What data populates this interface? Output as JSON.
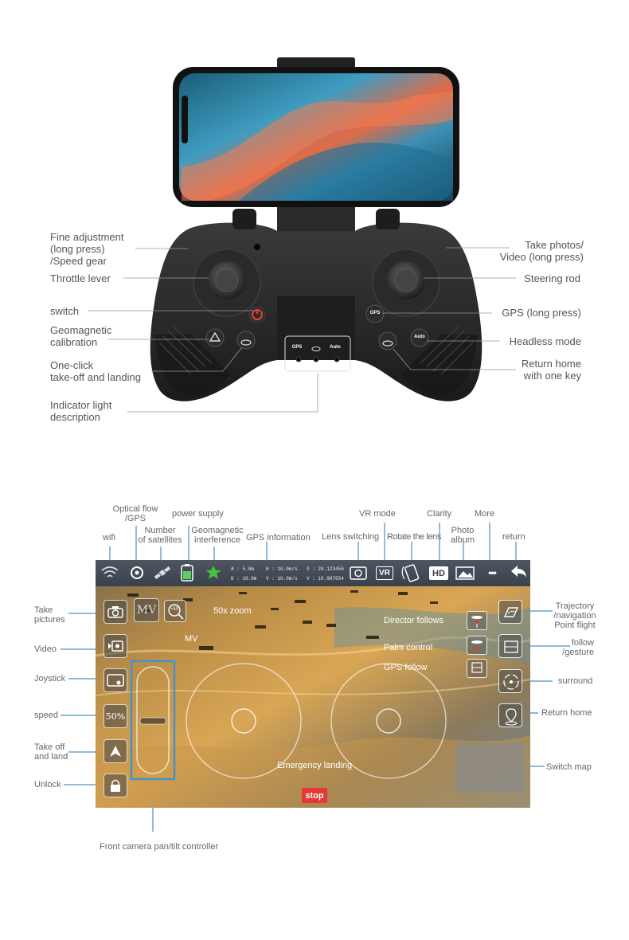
{
  "controller": {
    "labels": {
      "fine_adjustment": "Fine adjustment\n(long press)\n/Speed gear",
      "throttle_lever": "Throttle lever",
      "switch": "switch",
      "geomagnetic_calibration": "Geomagnetic\ncalibration",
      "one_click": "One-click\ntake-off and landing",
      "indicator_light": "Indicator light\ndescription",
      "take_photos": "Take photos/\nVideo (long press)",
      "steering_rod": "Steering rod",
      "gps_long_press": "GPS (long press)",
      "headless_mode": "Headless mode",
      "return_home": "Return home\nwith one key"
    },
    "buttons": {
      "gps": "GPS",
      "auto": "Auto"
    },
    "indicators": {
      "gps": "GPS",
      "auto": "Auto"
    }
  },
  "app": {
    "top_labels": {
      "optical_flow": "Optical flow\n/GPS",
      "power_supply": "power supply",
      "vr_mode": "VR mode",
      "clarity": "Clarity",
      "more": "More",
      "wifi": "wifi",
      "satellites": "Number\nof satellites",
      "geomagnetic_interference": "Geomagnetic\ninterference",
      "gps_information": "GPS information",
      "lens_switching": "Lens switching",
      "rotate_lens": "Rotate the lens",
      "photo_album": "Photo\nalbum",
      "return": "return"
    },
    "status_bar": {
      "vr": "VR",
      "hd": "HD",
      "more_dots": "•••",
      "gps": {
        "a": "A : 5.0m",
        "d": "D : 10.0m",
        "h": "H : 10.0m/s",
        "v_speed": "V : 10.0m/s",
        "s": "S : 20.123456",
        "v_coord": "V : 10.987654"
      }
    },
    "left_labels": {
      "take_pictures": "Take\npictures",
      "video": "Video",
      "joystick": "Joystick",
      "speed": "speed",
      "take_off_land": "Take off\nand land",
      "unlock": "Unlock",
      "front_camera": "Front camera pan/tilt controller"
    },
    "right_labels": {
      "trajectory": "Trajectory\n/navigation\nPoint flight",
      "follow_gesture": "follow\n/gesture",
      "surround": "surround",
      "return_home": "Return home",
      "switch_map": "Switch map"
    },
    "overlay": {
      "mv_button": "MV",
      "mv_label": "MV",
      "zoom_badge": "×50",
      "zoom_label": "50x zoom",
      "speed_value": "50%",
      "director_follows": "Director follows",
      "palm_control": "Palm control",
      "gps_follow": "GPS follow",
      "emergency_landing": "Emergency landing",
      "stop": "stop"
    },
    "colors": {
      "callout_line": "#4a90c8",
      "stop_red": "#e53935",
      "joystick_highlight": "#4aa8e0",
      "geomagnetic_star": "#43c43f",
      "battery_green": "#5bd25b"
    }
  }
}
